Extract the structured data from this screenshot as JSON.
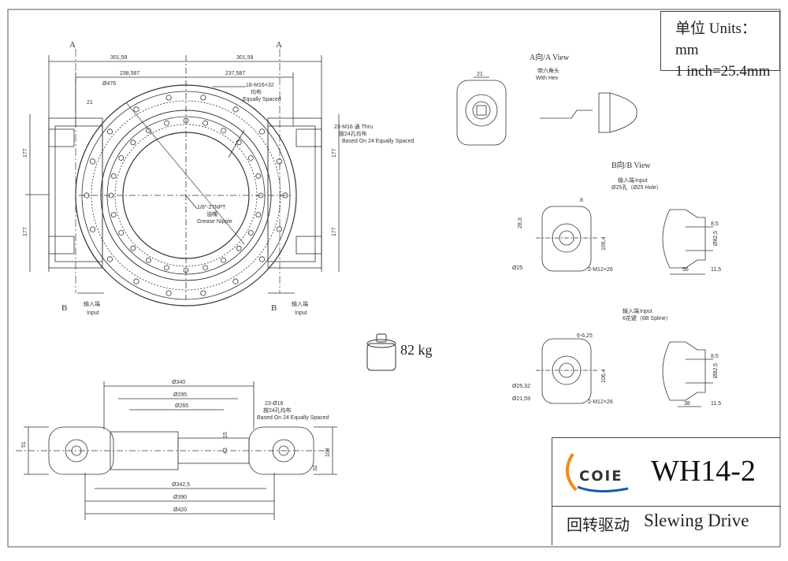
{
  "units": {
    "line1": "单位 Units：mm",
    "line2": "1 inch=25.4mm"
  },
  "title_block": {
    "brand": "COIE",
    "model": "WH14-2",
    "product_cn": "回转驱动",
    "product_en": "Slewing Drive"
  },
  "weight": "82 kg",
  "top_view": {
    "section_a": "A",
    "section_b": "B",
    "dim_301_59": "301,59",
    "dim_238_587": "238,587",
    "dim_237_587": "237,587",
    "dim_476": "Ø476",
    "dim_21": "21",
    "dim_177": "177",
    "holes_outer": "18-M16×32",
    "holes_outer_cn": "均布",
    "holes_outer_en": "Equally Spaced",
    "holes_inner": "23-M16 通 Thru",
    "holes_inner_cn": "按24孔均布",
    "holes_inner_en": "Based On 24 Equally Spaced",
    "grease": "1/8\"-27NPT",
    "grease_cn": "油嘴",
    "grease_en": "Grease Nipple",
    "input_cn": "输入端",
    "input_en": "Input"
  },
  "side_view": {
    "d340": "Ø340",
    "d295": "Ø295",
    "d265": "Ø265",
    "holes": "23-Ø18",
    "holes_cn": "按24孔均布",
    "holes_en": "Based On 24 Equally Spaced",
    "d342_5": "Ø342,5",
    "d390": "Ø390",
    "d420": "Ø420",
    "h51": "51",
    "h108": "108",
    "h43": "43",
    "h15": "15",
    "h32": "32"
  },
  "view_a": {
    "title": "A向/A View",
    "d21": "21",
    "hex_cn": "带六角头",
    "hex_en": "With Hex"
  },
  "view_b": {
    "title": "B向/B View",
    "input_cn": "输入端",
    "input_en": "Input",
    "hole": "Ø25孔（Ø25 Hole）",
    "key8": "8",
    "d28_3": "28,3",
    "d25": "Ø25",
    "d106_4": "106,4",
    "bolts": "2-M12×26",
    "d8_5": "8,5",
    "d82_5": "Ø82,5",
    "d56": "56",
    "d11_5": "11,5"
  },
  "view_spline": {
    "input_cn": "输入端",
    "input_en": "Input",
    "spline": "6花键（6B Spline）",
    "key": "6-6,25",
    "d25_32": "Ø25,32",
    "d21_59": "Ø21,59",
    "d106_4": "106,4",
    "bolts": "2-M12×26",
    "d8_5": "8,5",
    "d82_5": "Ø82,5",
    "d38": "38",
    "d11_5": "11,5"
  }
}
